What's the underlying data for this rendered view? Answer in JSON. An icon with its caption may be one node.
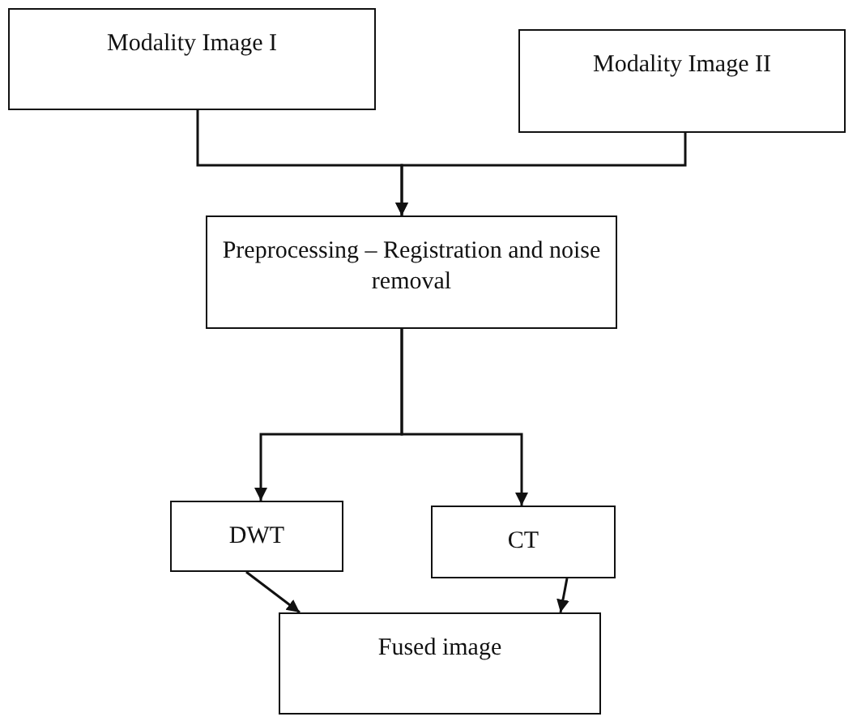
{
  "diagram": {
    "nodes": [
      {
        "text": [
          "Modality Image I"
        ]
      },
      {
        "text": [
          "Modality Image II"
        ]
      },
      {
        "text": [
          "Preprocessing – Registration and noise removal"
        ]
      },
      {
        "text": [
          "DWT"
        ]
      },
      {
        "text": [
          "CT"
        ]
      },
      {
        "text": [
          "Fused image"
        ]
      }
    ],
    "edges": [
      {
        "from": 0,
        "to": 2,
        "arrow": "to"
      },
      {
        "from": 1,
        "to": 2,
        "arrow": "to"
      },
      {
        "from": 2,
        "to": 3,
        "arrow": "to"
      },
      {
        "from": 2,
        "to": 4,
        "arrow": "to"
      },
      {
        "from": 3,
        "to": 5,
        "arrow": "to"
      },
      {
        "from": 4,
        "to": 5,
        "arrow": "to"
      }
    ]
  }
}
